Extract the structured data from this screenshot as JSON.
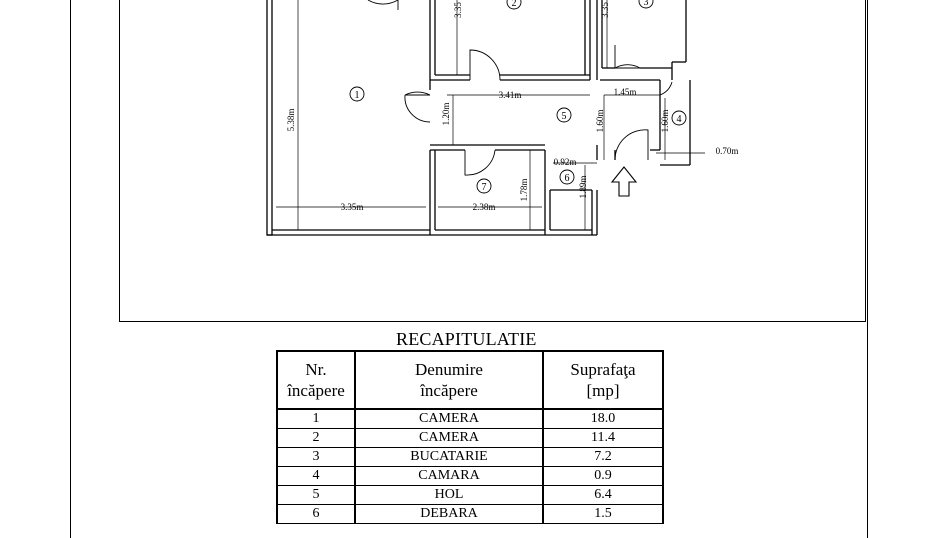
{
  "plan": {
    "room_numbers": [
      "1",
      "2",
      "3",
      "4",
      "5",
      "6",
      "7"
    ],
    "dimensions": {
      "r1_height": "5.38m",
      "r2_height": "3.35",
      "r3_height": "3.35",
      "hol_length": "3.41m",
      "hol_depth": "1.20m",
      "seg_145": "1.45m",
      "seg_160a": "1.60m",
      "seg_160b": "1.60m",
      "seg_070": "0.70m",
      "seg_092": "0.92m",
      "seg_189": "1.89m",
      "seg_178": "1.78m",
      "r1_width": "3.35m",
      "r7_width": "2.38m"
    }
  },
  "recap": {
    "title": "RECAPITULATIE",
    "headers": {
      "nr_line1": "Nr.",
      "nr_line2": "încăpere",
      "den_line1": "Denumire",
      "den_line2": "încăpere",
      "sup_line1": "Suprafaţa",
      "sup_line2": "[mp]"
    },
    "rows": [
      {
        "nr": "1",
        "name": "CAMERA",
        "area": "18.0"
      },
      {
        "nr": "2",
        "name": "CAMERA",
        "area": "11.4"
      },
      {
        "nr": "3",
        "name": "BUCATARIE",
        "area": "7.2"
      },
      {
        "nr": "4",
        "name": "CAMARA",
        "area": "0.9"
      },
      {
        "nr": "5",
        "name": "HOL",
        "area": "6.4"
      },
      {
        "nr": "6",
        "name": "DEBARA",
        "area": "1.5"
      }
    ]
  }
}
